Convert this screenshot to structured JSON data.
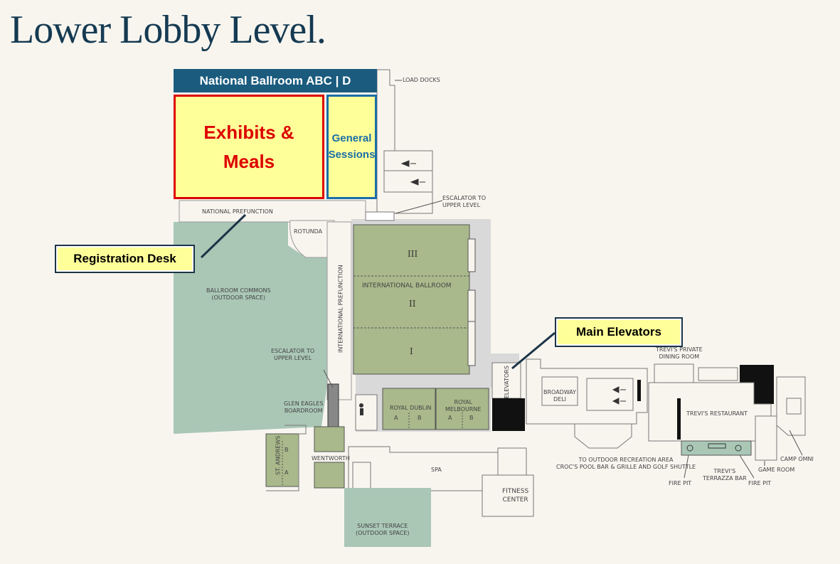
{
  "title": "Lower Lobby Level.",
  "highlights": {
    "header": "National Ballroom ABC | D",
    "exhibits_line1": "Exhibits &",
    "exhibits_line2": "Meals",
    "general_line1": "General",
    "general_line2": "Sessions"
  },
  "callouts": {
    "registration": "Registration Desk",
    "elevators": "Main Elevators"
  },
  "labels": {
    "load_docks": "LOAD DOCKS",
    "escalator_upper_1a": "ESCALATOR TO",
    "escalator_upper_1b": "UPPER LEVEL",
    "national_prefunction": "NATIONAL PREFUNCTION",
    "rotunda": "ROTUNDA",
    "ballroom_commons_1": "BALLROOM COMMONS",
    "ballroom_commons_2": "(OUTDOOR SPACE)",
    "international_prefunction": "INTERNATIONAL PREFUNCTION",
    "international_ballroom": "INTERNATIONAL BALLROOM",
    "room_iii": "III",
    "room_ii": "II",
    "room_i": "I",
    "escalator_upper_2a": "ESCALATOR TO",
    "escalator_upper_2b": "UPPER LEVEL",
    "glen_eagles_1": "GLEN EAGLES",
    "glen_eagles_2": "BOARDROOM",
    "royal_dublin_1": "ROYAL DUBLIN",
    "royal_melbourne_1": "ROYAL",
    "royal_melbourne_2": "MELBOURNE",
    "dublin_a": "A",
    "dublin_b": "B",
    "melbourne_a": "A",
    "melbourne_b": "B",
    "st_andrews": "ST. ANDREWS",
    "st_andrews_a": "A",
    "st_andrews_b": "B",
    "wentworth": "WENTWORTH",
    "spa": "SPA",
    "fitness_1": "FITNESS",
    "fitness_2": "CENTER",
    "sunset_terrace_1": "SUNSET TERRACE",
    "sunset_terrace_2": "(OUTDOOR SPACE)",
    "elevators": "ELEVATORS",
    "broadway_deli_1": "BROADWAY",
    "broadway_deli_2": "DELI",
    "outdoor_rec_1": "TO OUTDOOR RECREATION AREA",
    "outdoor_rec_2": "CROC'S POOL BAR & GRILLE AND GOLF SHUTTLE",
    "trevis_private_1": "TREVI'S PRIVATE",
    "trevis_private_2": "DINING ROOM",
    "trevis_restaurant": "TREVI'S RESTAURANT",
    "fire_pit_left": "FIRE PIT",
    "trevis_terrazza_1": "TREVI'S",
    "trevis_terrazza_2": "TERRAZZA BAR",
    "fire_pit_right": "FIRE PIT",
    "game_room": "GAME ROOM",
    "camp_omni": "CAMP OMNI"
  },
  "colors": {
    "background": "#f8f5ef",
    "title": "#153a52",
    "header_bg": "#1a5b7e",
    "highlight_fill": "#ffff99",
    "exhibits_border": "#dd0000",
    "general_border": "#1a6ea8",
    "room_green": "#a9b98b",
    "outdoor_teal": "#aac7b6",
    "corridor_gray": "#d9d9d9"
  }
}
